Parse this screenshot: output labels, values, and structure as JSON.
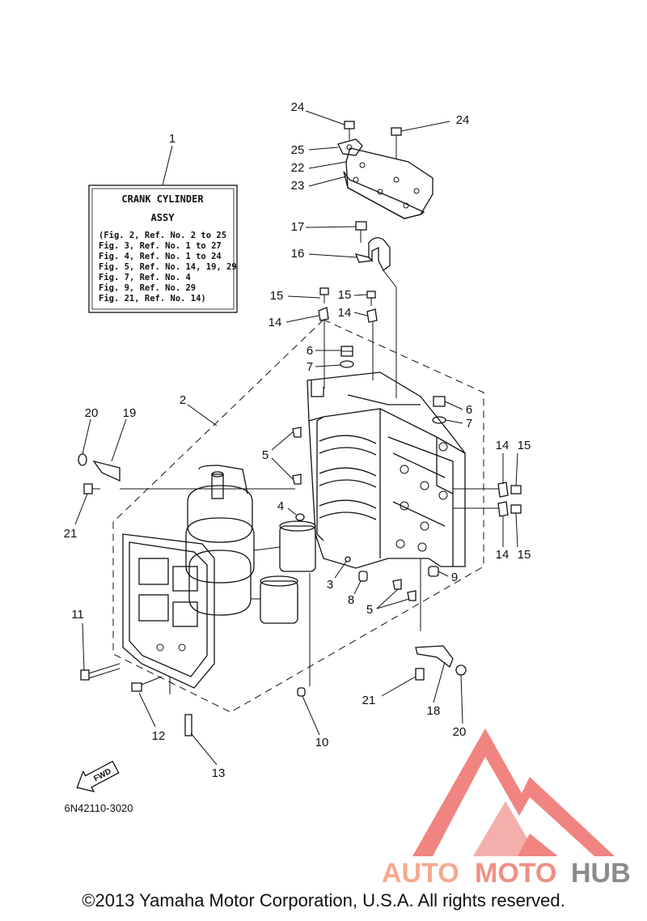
{
  "info_box": {
    "ref_number": "1",
    "title_line1": "CRANK CYLINDER",
    "title_line2": "ASSY",
    "lines": [
      "(Fig. 2, Ref. No. 2 to 25",
      "Fig. 3, Ref. No. 1 to 27",
      "Fig. 4, Ref. No. 1 to 24",
      "Fig. 5, Ref. No. 14, 19, 29",
      "Fig. 7, Ref. No. 4",
      "Fig. 9, Ref. No. 29",
      "Fig. 21, Ref. No. 14)"
    ]
  },
  "callouts": {
    "c24a": "24",
    "c24b": "24",
    "c25": "25",
    "c22": "22",
    "c23": "23",
    "c17": "17",
    "c16": "16",
    "c15a": "15",
    "c15b": "15",
    "c14a": "14",
    "c14b": "14",
    "c6a": "6",
    "c7a": "7",
    "c6b": "6",
    "c7b": "7",
    "c2": "2",
    "c19": "19",
    "c20a": "20",
    "c5a": "5",
    "c21a": "21",
    "c4": "4",
    "c14c": "14",
    "c15c": "15",
    "c14d": "14",
    "c15d": "15",
    "c3": "3",
    "c8": "8",
    "c9": "9",
    "c5b": "5",
    "c11": "11",
    "c12": "12",
    "c13": "13",
    "c10": "10",
    "c21b": "21",
    "c18": "18",
    "c20b": "20"
  },
  "fwd_label": "FWD",
  "diagram_code": "6N42110-3020",
  "watermark": {
    "text_a": "AUTO",
    "text_b": "MOTO",
    "text_c": "HUB",
    "color_a": "#f6a98d",
    "color_b": "#f08f86",
    "color_c": "#8b8b8b",
    "logo_color": "#ee6f6c"
  },
  "copyright": "©2013 Yamaha Motor Corporation, U.S.A. All rights reserved."
}
